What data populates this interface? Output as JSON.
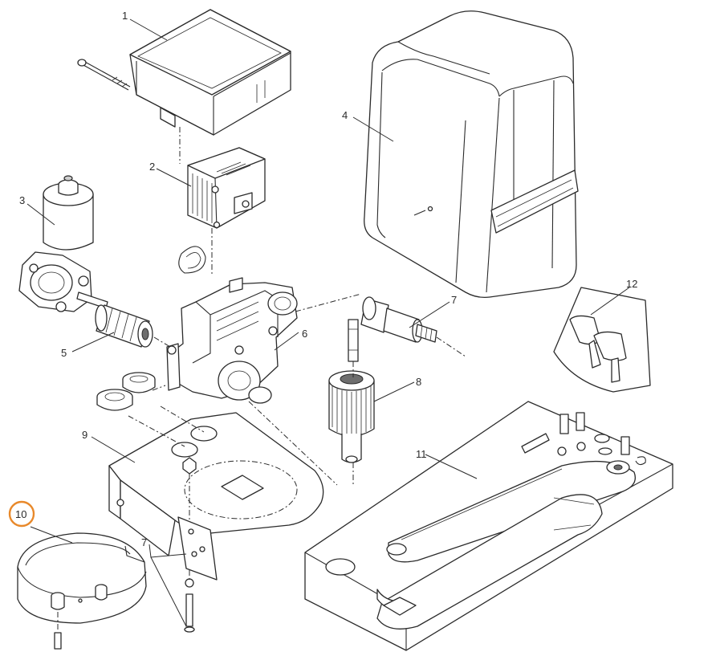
{
  "diagram": {
    "highlight_color": "#e8892b",
    "line_color": "#2b2b2b",
    "highlighted_callout": "10",
    "callouts": [
      {
        "id": "c1",
        "text": "1"
      },
      {
        "id": "c2",
        "text": "2"
      },
      {
        "id": "c3",
        "text": "3"
      },
      {
        "id": "c4",
        "text": "4"
      },
      {
        "id": "c5",
        "text": "5"
      },
      {
        "id": "c6",
        "text": "6"
      },
      {
        "id": "c7a",
        "text": "7"
      },
      {
        "id": "c7b",
        "text": "7"
      },
      {
        "id": "c8",
        "text": "8"
      },
      {
        "id": "c9",
        "text": "9"
      },
      {
        "id": "c10",
        "text": "10"
      },
      {
        "id": "c11",
        "text": "11"
      },
      {
        "id": "c12",
        "text": "12"
      }
    ]
  }
}
